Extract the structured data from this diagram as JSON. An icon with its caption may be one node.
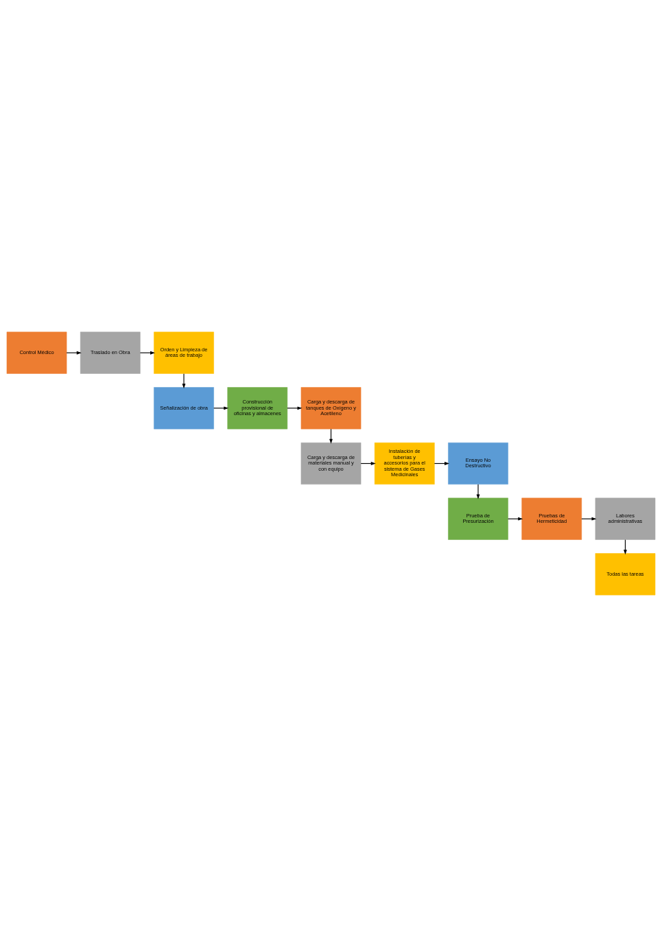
{
  "diagram": {
    "nodes": [
      {
        "text": [
          "Control Médico"
        ]
      },
      {
        "text": [
          "Traslado en Obra"
        ]
      },
      {
        "text": [
          "Orden y Limpieza de áreas de trabajo"
        ]
      },
      {
        "text": [
          "Señalización de obra"
        ]
      },
      {
        "text": [
          "Construcción provisional de oficinas y almacenes"
        ]
      },
      {
        "text": [
          "Carga y descarga de tanques de Oxígeno y Acetileno"
        ]
      },
      {
        "text": [
          "Carga y descarga de materiales manual y con equipo"
        ]
      },
      {
        "text": [
          "Instalación de tuberías y accesorios para el sistema de Gases Medicinales"
        ]
      },
      {
        "text": [
          "Ensayo No Destructivo"
        ]
      },
      {
        "text": [
          "Prueba de Presurización"
        ]
      },
      {
        "text": [
          "Pruebas de Hermeticidad"
        ]
      },
      {
        "text": [
          "Labores administrativas"
        ]
      },
      {
        "text": [
          "Todas las tareas"
        ]
      }
    ],
    "edges": [
      {
        "from": 0,
        "to": 1,
        "arrow": "to"
      },
      {
        "from": 1,
        "to": 2,
        "arrow": "to"
      },
      {
        "from": 2,
        "to": 3,
        "arrow": "to"
      },
      {
        "from": 3,
        "to": 4,
        "arrow": "to"
      },
      {
        "from": 4,
        "to": 5,
        "arrow": "to"
      },
      {
        "from": 5,
        "to": 6,
        "arrow": "to"
      },
      {
        "from": 6,
        "to": 7,
        "arrow": "to"
      },
      {
        "from": 7,
        "to": 8,
        "arrow": "to"
      },
      {
        "from": 8,
        "to": 9,
        "arrow": "to"
      },
      {
        "from": 9,
        "to": 10,
        "arrow": "to"
      },
      {
        "from": 10,
        "to": 11,
        "arrow": "to"
      },
      {
        "from": 11,
        "to": 12,
        "arrow": "to"
      }
    ]
  }
}
